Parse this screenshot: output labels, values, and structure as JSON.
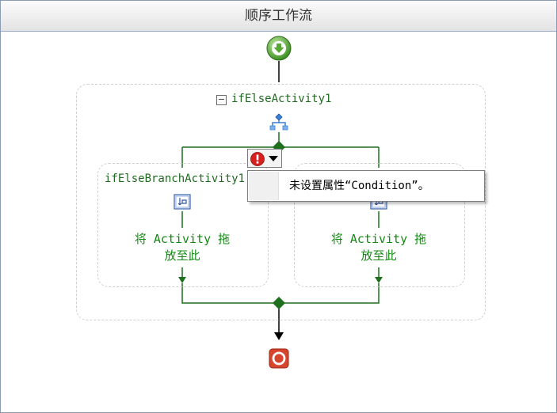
{
  "window": {
    "title": "顺序工作流"
  },
  "ifelse": {
    "name": "ifElseActivity1",
    "collapse_glyph": "−"
  },
  "branches": [
    {
      "name": "ifElseBranchActivity1",
      "drop_line1": "将 Activity 拖",
      "drop_line2": "放至此"
    },
    {
      "name": "",
      "drop_line1": "将 Activity 拖",
      "drop_line2": "放至此"
    }
  ],
  "error_popup": {
    "message": "未设置属性“Condition”。"
  },
  "icons": {
    "start": "start-arrow-icon",
    "stop": "stop-icon",
    "ifelse": "ifelse-branch-icon",
    "branch": "branch-activity-icon",
    "error": "error-icon",
    "dropdown": "dropdown-arrow-icon"
  },
  "colors": {
    "connector": "#1e6f1e",
    "error": "#d62020",
    "start_green": "#55a831",
    "stop_red": "#d8452d"
  }
}
